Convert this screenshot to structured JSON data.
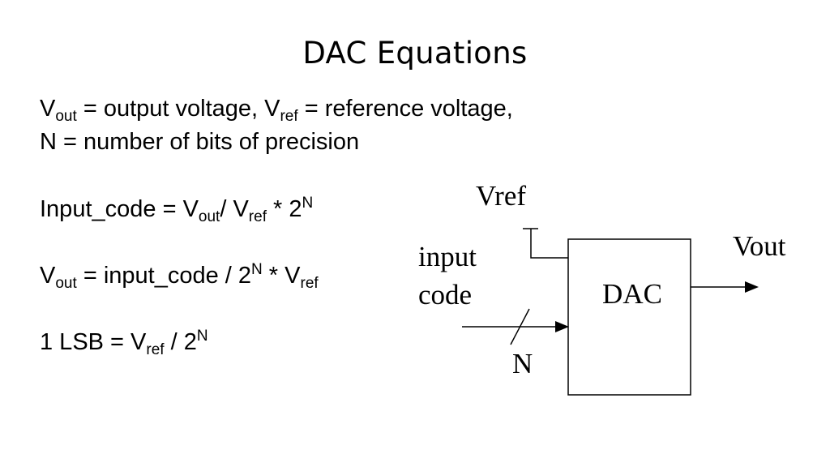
{
  "slide": {
    "title": "DAC Equations"
  },
  "definitions": {
    "line1": {
      "v1": "V",
      "v1_sub": "out",
      "t1": " = output voltage, ",
      "v2": "V",
      "v2_sub": "ref",
      "t2": " = reference voltage,"
    },
    "line2": "N = number of bits of precision"
  },
  "equations": {
    "eq1": {
      "a": "Input_code = V",
      "a_sub": "out",
      "b": "/ V",
      "b_sub": "ref",
      "c": " * 2",
      "c_sup": "N"
    },
    "eq2": {
      "a": "V",
      "a_sub": "out",
      "b": " = input_code / 2",
      "b_sup": "N",
      "c": " * V",
      "c_sub": "ref"
    },
    "eq3": {
      "a": "1 LSB = V",
      "a_sub": "ref",
      "b": " / 2",
      "b_sup": "N"
    }
  },
  "diagram": {
    "block_label": "DAC",
    "vref_label": "Vref",
    "vout_label": "Vout",
    "input_label_line1": "input",
    "input_label_line2": "code",
    "bus_width_label": "N"
  }
}
